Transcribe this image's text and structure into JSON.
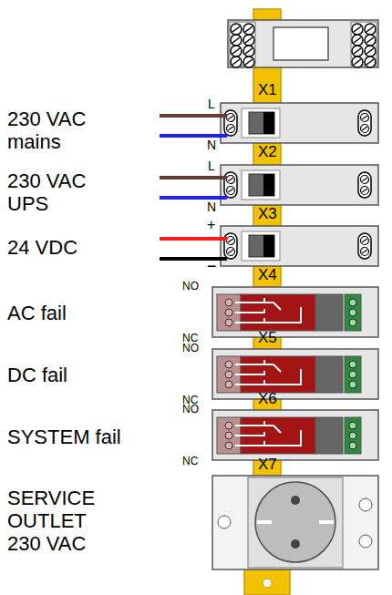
{
  "diagram": {
    "labels": [
      "X1",
      "X2",
      "X3",
      "X4",
      "X5",
      "X6",
      "X7",
      "230 VAC mains",
      "L",
      "N",
      "230 VAC UPS",
      "L",
      "N",
      "24 VDC",
      "+",
      "−",
      "AC fail",
      "NO",
      "NC",
      "DC fail",
      "NO",
      "NC",
      "SYSTEM fail",
      "NO",
      "NC",
      "SERVICE OUTLET 230 VAC"
    ]
  }
}
